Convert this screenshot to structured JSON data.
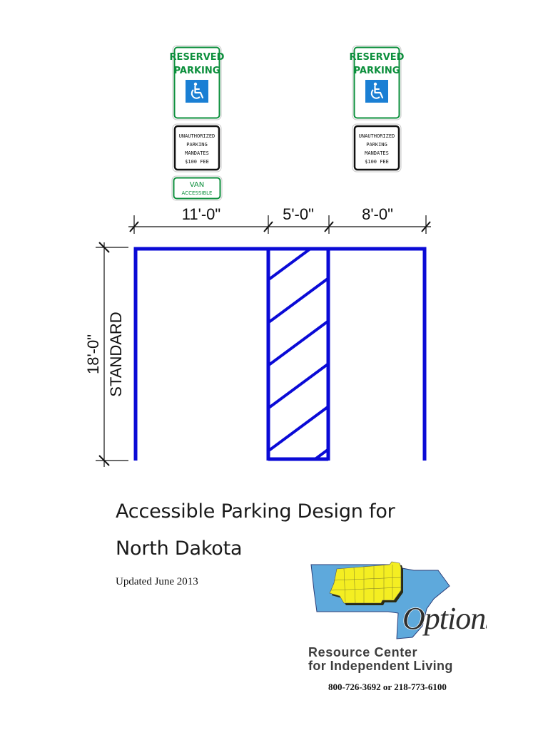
{
  "diagram": {
    "signs_left": {
      "reserved_line1": "RESERVED",
      "reserved_line2": "PARKING",
      "fee_lines": [
        "UNAUTHORIZED",
        "PARKING",
        "MANDATES",
        "$100 FEE"
      ],
      "van_line1": "VAN",
      "van_line2": "ACCESSIBLE"
    },
    "signs_right": {
      "reserved_line1": "RESERVED",
      "reserved_line2": "PARKING",
      "fee_lines": [
        "UNAUTHORIZED",
        "PARKING",
        "MANDATES",
        "$100 FEE"
      ]
    },
    "dimensions": {
      "van_space_width": "11'-0\"",
      "aisle_width": "5'-0\"",
      "car_space_width": "8'-0\"",
      "depth": "18'-0\"",
      "depth_note": "STANDARD"
    },
    "colors": {
      "stripe": "#0a0ad6",
      "sign_green": "#0c8f3c",
      "access_blue": "#1a7fd4"
    },
    "icons": [
      "wheelchair-icon"
    ]
  },
  "document": {
    "title_line1": "Accessible Parking Design for",
    "title_line2": "North Dakota",
    "updated": "Updated June 2013"
  },
  "logo": {
    "brand": "Options",
    "org_line1": "Resource Center",
    "org_line2": "for Independent Living",
    "phone": "800-726-3692 or 218-773-6100",
    "colors": {
      "map_blue": "#5ea9dc",
      "region_yellow": "#f4ee22"
    }
  }
}
